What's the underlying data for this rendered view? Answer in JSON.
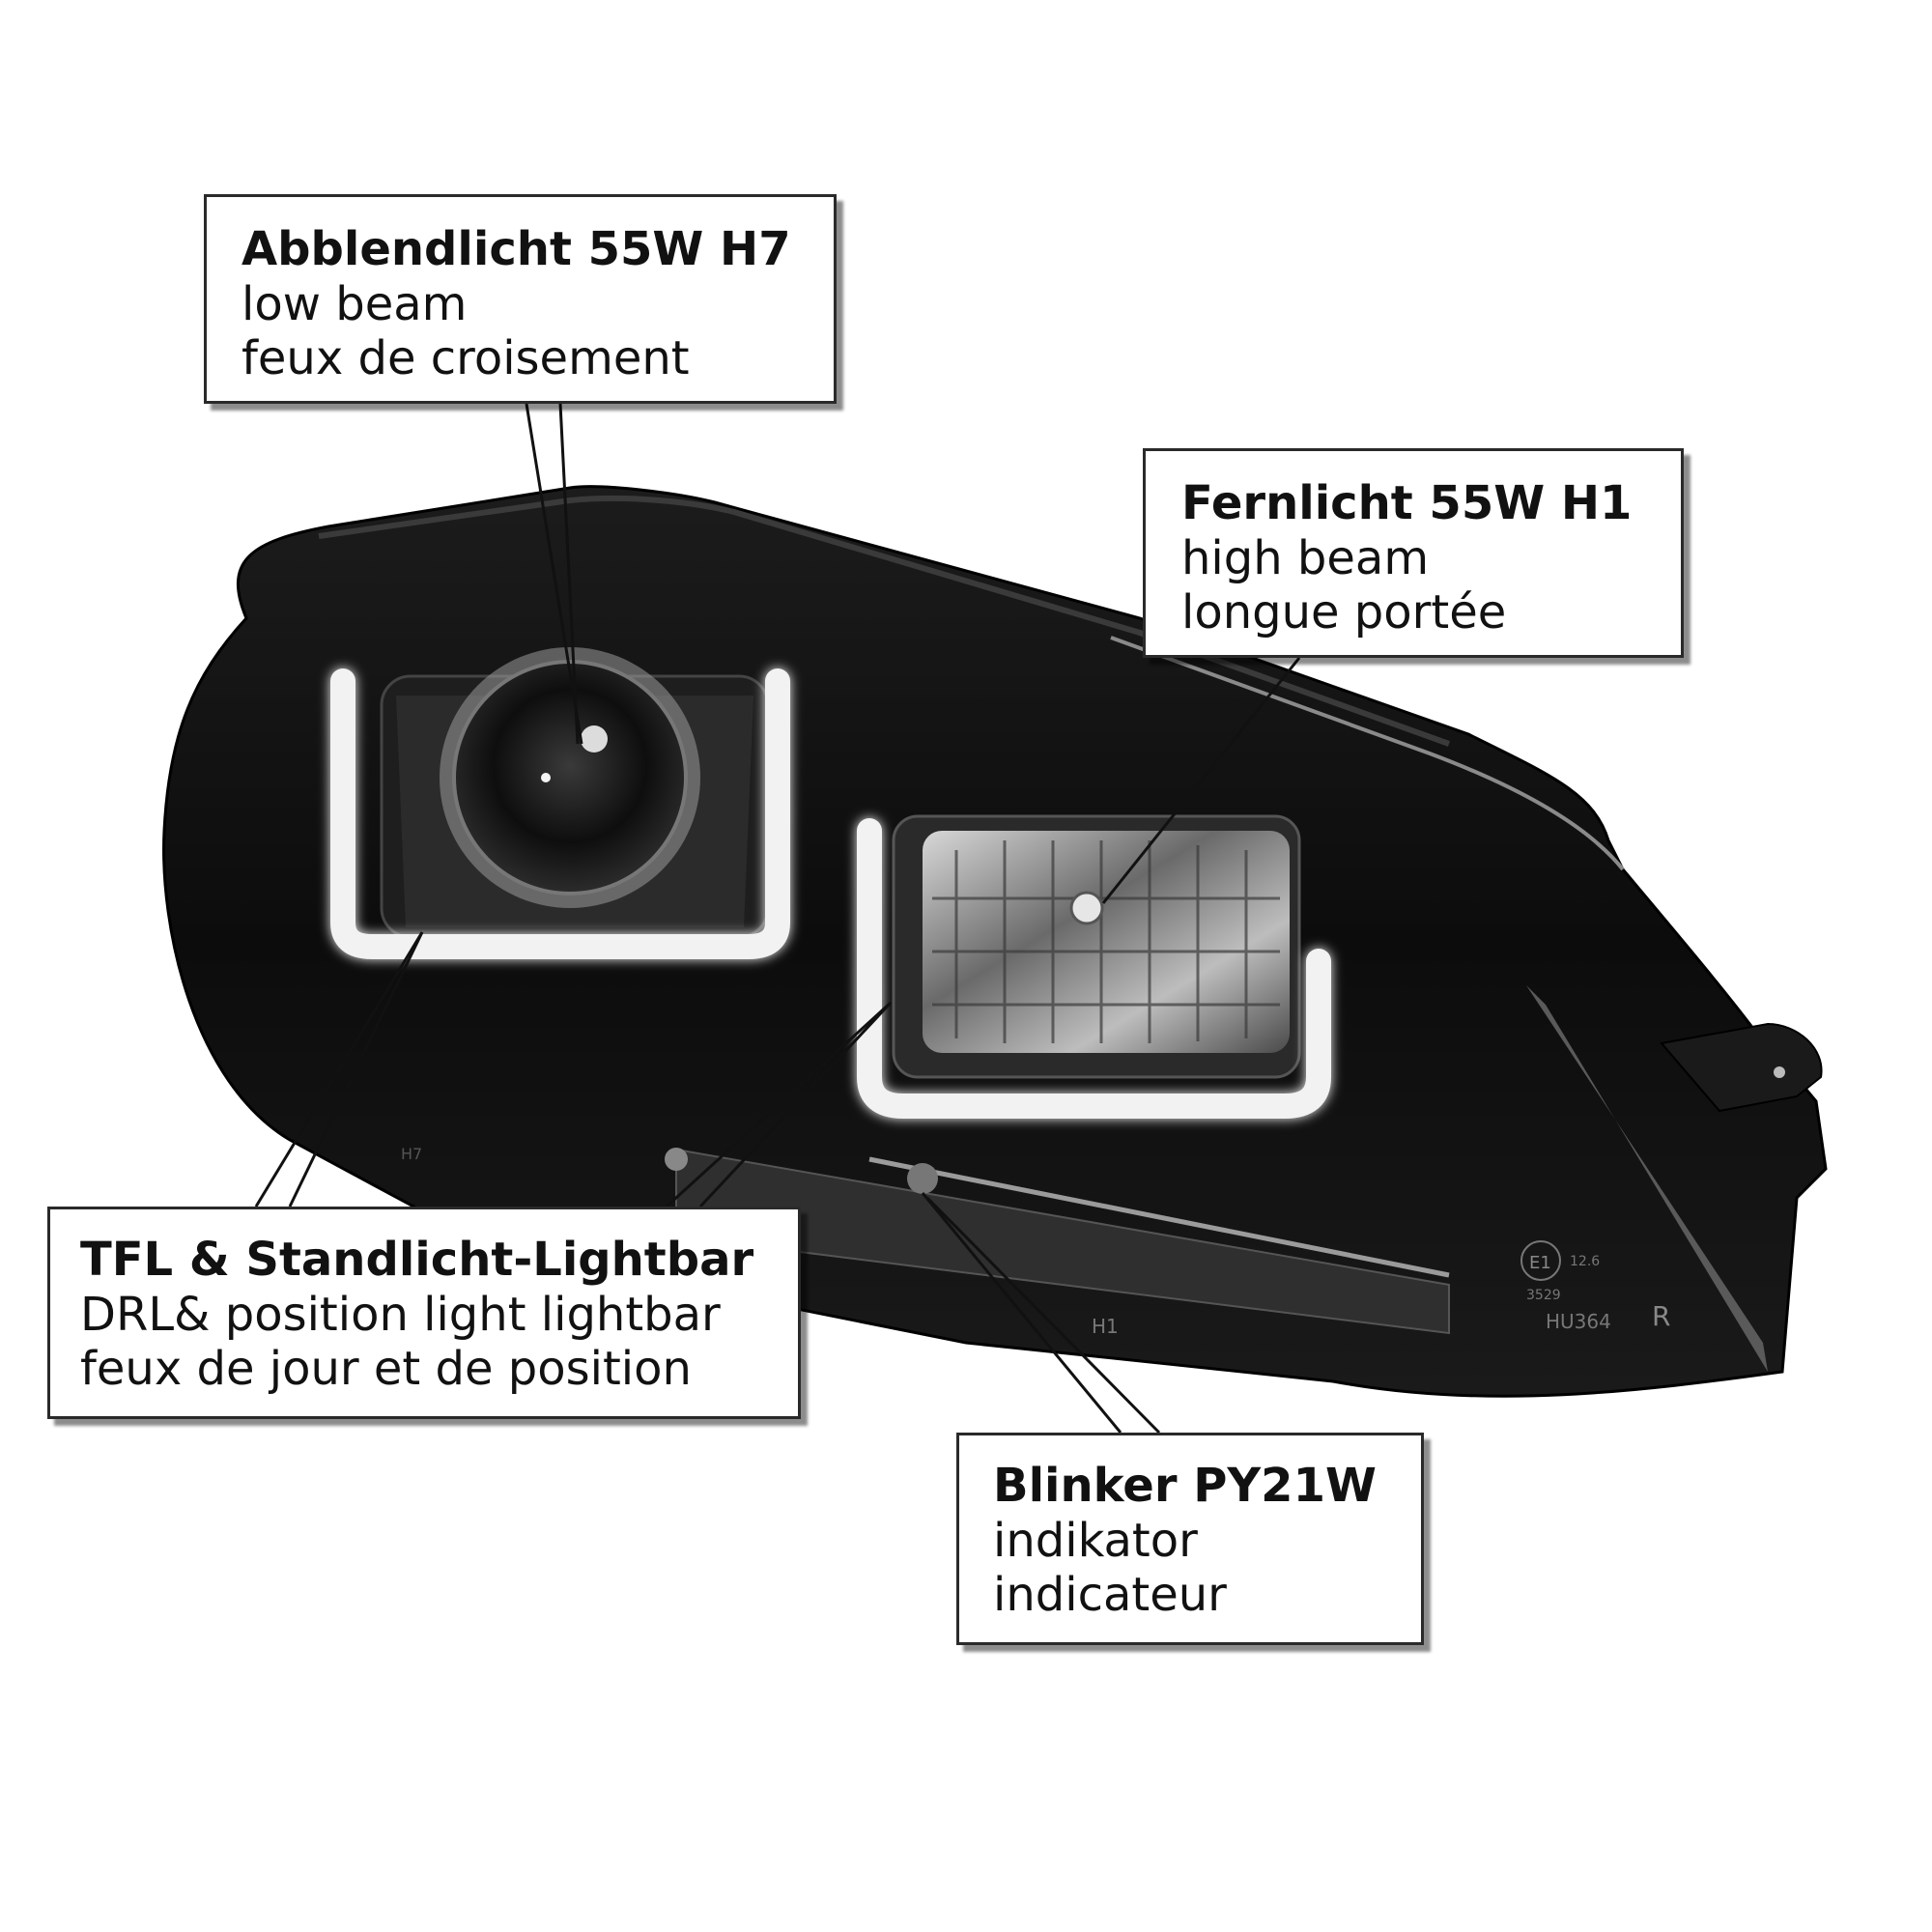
{
  "callouts": {
    "low_beam": {
      "title": "Abblendlicht 55W H7",
      "english": "low beam",
      "french": "feux de croisement"
    },
    "high_beam": {
      "title": "Fernlicht 55W H1",
      "english": "high beam",
      "french": "longue portée"
    },
    "drl": {
      "title": "TFL & Standlicht-Lightbar",
      "english": "DRL& position light lightbar",
      "french": "feux de jour et de position"
    },
    "indicator": {
      "title": "Blinker PY21W",
      "english": "indikator",
      "french": "indicateur"
    }
  },
  "housing_markings": {
    "bulb_high": "H1",
    "bulb_low": "H7",
    "part_code": "HU364",
    "side": "R",
    "approval_mark": "E1",
    "approval_number": "12.6",
    "approval_code": "3529"
  },
  "colors": {
    "housing": "#121212",
    "lightbar": "#f2f2f2",
    "callout_border": "#2a2a2a",
    "leader_line": "#111111"
  }
}
